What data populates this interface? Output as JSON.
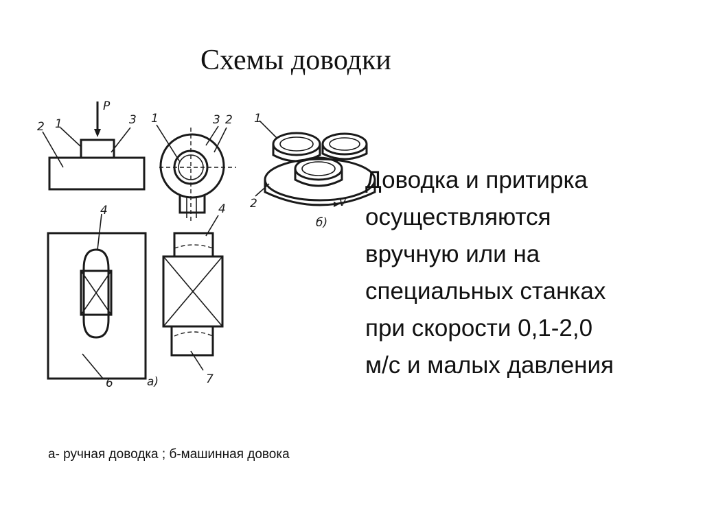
{
  "slide": {
    "title": "Схемы доводки",
    "body": "Доводка и притирка\nосуществляются\nвручную или на\nспециальных станках\nпри скорости 0,1-2,0\nм/с и малых давления",
    "caption": "а- ручная доводка ; б-машинная довока"
  },
  "figure": {
    "labels": {
      "force": "P",
      "n1": "1",
      "n2": "2",
      "n3": "3",
      "n4": "4",
      "n6": "6",
      "n7": "7",
      "a": "а)",
      "b": "б)",
      "v": "v"
    }
  }
}
